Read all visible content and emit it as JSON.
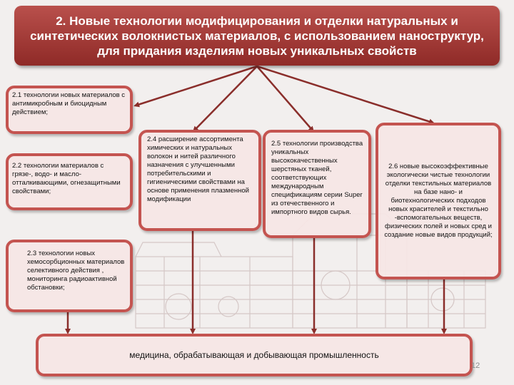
{
  "title": "2.  Новые технологии модифицирования и отделки натуральных и синтетических волокнистых материалов, с использованием наноструктур, для придания изделиям новых уникальных свойств",
  "nodes": {
    "n21": "2.1 технологии новых материалов с антимикробным и биоцидным действием;",
    "n22": "2.2 технологии материалов с грязе-, водо- и масло-отталкивающими, огнезащитными свойствами;",
    "n23": "2.3 технологии новых хемосорбционных материалов селективного действия , мониторинга радиоактивной обстановки;",
    "n24": "2.4 расширение ассортимента химических и натуральных волокон и нитей различного назначения с улучшенными потребительскими и гигиеническими свойствами на основе применения плазменной модификации",
    "n25": "2.5 технологии производства уникальных высококачественных шерстяных тканей, соответствующих международным спецификациям серии Super из отечественного и импортного видов сырья.",
    "n26": "2.6 новые высокоэффективные экологически чистые технологии отделки текстильных материалов на базе нано- и биотехнологических подходов новых красителей и текстильно -вспомогательных веществ, физических полей и новых сред и создание новые видов продукций;"
  },
  "bottom": "медицина, обрабатывающая и добывающая промышленность",
  "page_number": "12",
  "colors": {
    "accent": "#c45450",
    "title_bg": "#a03a37",
    "node_bg": "#f6e6e5",
    "arrow": "#8a2e2b"
  }
}
